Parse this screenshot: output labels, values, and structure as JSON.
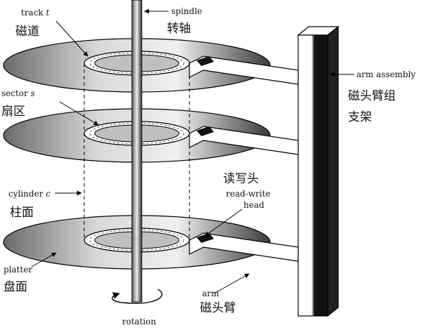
{
  "labels": {
    "track": "track",
    "track_var": "t",
    "track_zh": "磁道",
    "spindle": "spindle",
    "spindle_zh": "转轴",
    "sector": "sector",
    "sector_var": "s",
    "sector_zh": "扇区",
    "arm_assembly": "arm assembly",
    "arm_assembly_zh_1": "磁头臂组",
    "arm_assembly_zh_2": "支架",
    "rw_head_zh": "读写头",
    "rw_head_1": "read-write",
    "rw_head_2": "head",
    "cylinder": "cylinder",
    "cylinder_var": "c",
    "cylinder_zh": "柱面",
    "platter": "platter",
    "platter_zh": "盘面",
    "arm": "arm",
    "arm_zh": "磁头臂",
    "rotation": "rotation"
  },
  "colors": {
    "platter_light": "#e4e4e4",
    "platter_dark": "#4a4a4a",
    "track_band": "#ffffff",
    "column_dark": "#1a1a1a",
    "outline": "#000000"
  }
}
